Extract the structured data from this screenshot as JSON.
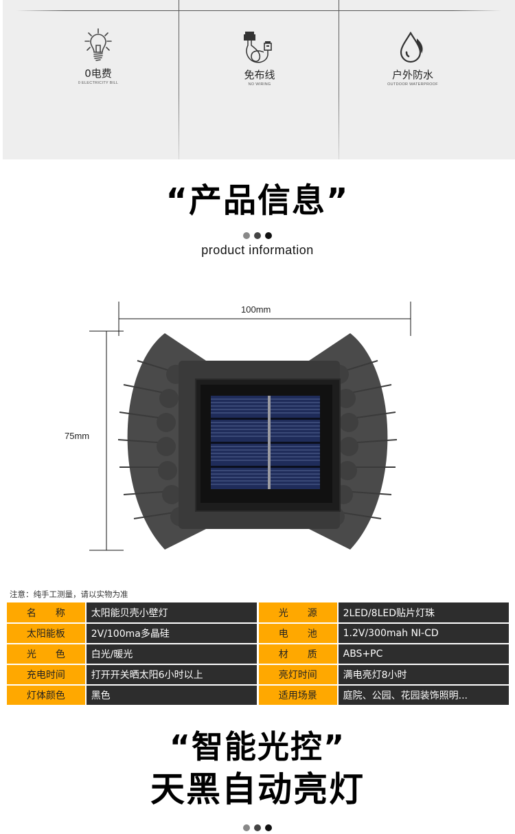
{
  "features": [
    {
      "icon": "lightbulb-icon",
      "title": "0电费",
      "subtitle": "0 ELECTRICITY BILL"
    },
    {
      "icon": "cable-icon",
      "title": "免布线",
      "subtitle": "NO WIRING"
    },
    {
      "icon": "water-drop-icon",
      "title": "户外防水",
      "subtitle": "OUTDOOR WATERPROOF"
    }
  ],
  "product_info": {
    "title": "“产品信息”",
    "subtitle": "product information",
    "dot_colors": [
      "#888888",
      "#444444",
      "#111111"
    ]
  },
  "dimensions": {
    "width": "100mm",
    "height": "75mm"
  },
  "spec_note": "注意：纯手工测量，请以实物为准",
  "specs": [
    {
      "left_label": "名　　称",
      "left_value": "太阳能贝壳小壁灯",
      "right_label": "光　　源",
      "right_value": "2LED/8LED贴片灯珠"
    },
    {
      "left_label": "太阳能板",
      "left_value": "2V/100ma多晶硅",
      "right_label": "电　　池",
      "right_value": "1.2V/300mah NI-CD"
    },
    {
      "left_label": "光　　色",
      "left_value": "白光/暖光",
      "right_label": "材　　质",
      "right_value": "ABS+PC"
    },
    {
      "left_label": "充电时间",
      "left_value": "打开开关晒太阳6小时以上",
      "right_label": "亮灯时间",
      "right_value": "满电亮灯8小时"
    },
    {
      "left_label": "灯体颜色",
      "left_value": "黑色",
      "right_label": "适用场景",
      "right_value": "庭院、公园、花园装饰照明..."
    }
  ],
  "light_control": {
    "title_line1": "“智能光控”",
    "title_line2": "天黑自动亮灯"
  },
  "colors": {
    "label_bg": "#ffa800",
    "value_bg": "#2d2d2d",
    "feature_bg": "#eeeeee"
  }
}
